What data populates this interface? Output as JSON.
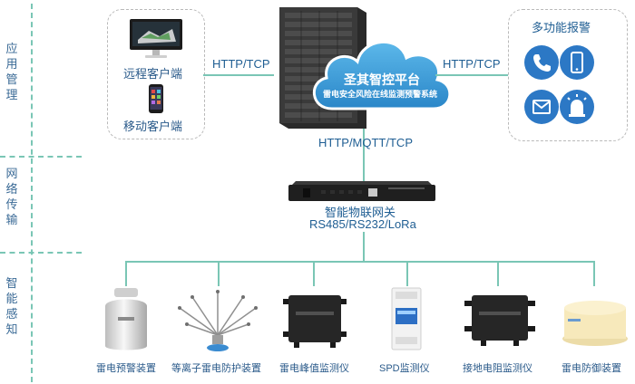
{
  "layers": {
    "app": "应用管理",
    "net": "网络传输",
    "sense": "智能感知"
  },
  "clients": {
    "remote": "远程客户端",
    "mobile": "移动客户端"
  },
  "protocols": {
    "left": "HTTP/TCP",
    "right": "HTTP/TCP",
    "down": "HTTP/MQTT/TCP"
  },
  "platform": {
    "title": "圣其智控平台",
    "subtitle": "雷电安全风险在线监测预警系统"
  },
  "alarm": {
    "title": "多功能报警"
  },
  "gateway": {
    "line1": "智能物联网关",
    "line2": "RS485/RS232/LoRa"
  },
  "devices": [
    "雷电预警装置",
    "等离子雷电防护装置",
    "雷电峰值监测仪",
    "SPD监测仪",
    "接地电阻监测仪",
    "雷电防御装置"
  ],
  "colors": {
    "accent_green": "#7ac6b5",
    "cloud_blue": "#3b9bd6",
    "text_blue": "#1f5e93",
    "icon_blue": "#2c78c5"
  }
}
